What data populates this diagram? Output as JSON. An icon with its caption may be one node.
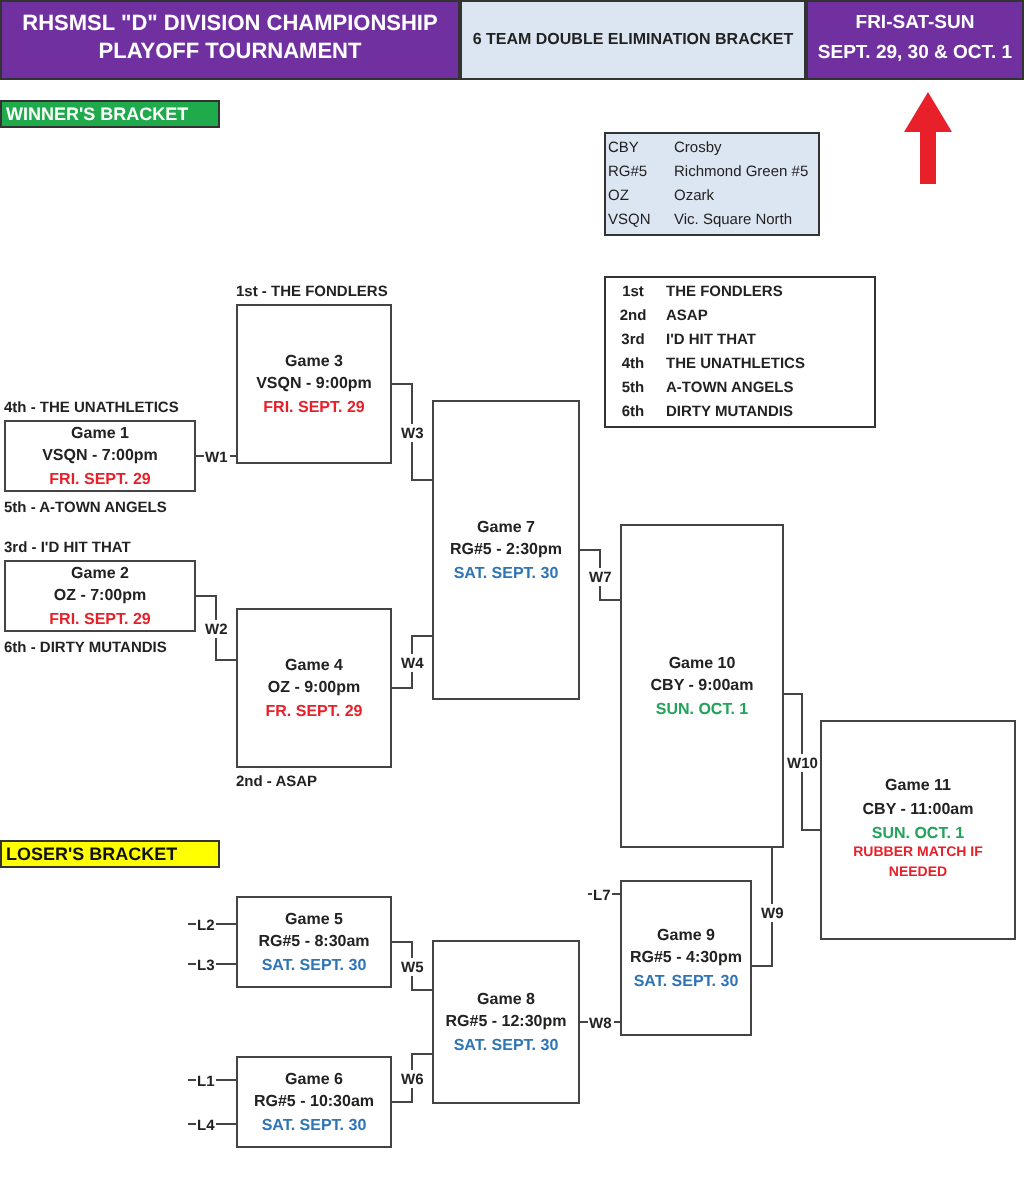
{
  "diagram": {
    "title": "RHSMSL \"D\" DIVISION CHAMPIONSHIP PLAYOFF TOURNAMENT",
    "nodes": [
      {
        "text": [
          "Game 1",
          "VSQN - 7:00pm",
          "FRI. SEPT. 29"
        ],
        "beside": [
          "4th - THE UNATHLETICS",
          "5th - A-TOWN ANGELS"
        ]
      },
      {
        "text": [
          "Game 2",
          "OZ - 7:00pm",
          "FRI. SEPT. 29"
        ],
        "beside": [
          "3rd - I'D HIT THAT",
          "6th - DIRTY MUTANDIS"
        ]
      },
      {
        "text": [
          "Game 3",
          "VSQN - 9:00pm",
          "FRI. SEPT. 29"
        ],
        "beside": [
          "1st - THE FONDLERS"
        ]
      },
      {
        "text": [
          "Game 4",
          "OZ - 9:00pm",
          "FR. SEPT. 29"
        ],
        "beside": [
          "2nd - ASAP"
        ]
      },
      {
        "text": [
          "Game 7",
          "RG#5 - 2:30pm",
          "SAT. SEPT. 30"
        ]
      },
      {
        "text": [
          "Game 10",
          "CBY - 9:00am",
          "SUN. OCT. 1"
        ]
      },
      {
        "text": [
          "Game 11",
          "CBY - 11:00am",
          "SUN. OCT. 1",
          "RUBBER MATCH IF NEEDED"
        ]
      },
      {
        "text": [
          "Game 5",
          "RG#5 - 8:30am",
          "SAT. SEPT. 30"
        ]
      },
      {
        "text": [
          "Game 6",
          "RG#5 - 10:30am",
          "SAT. SEPT. 30"
        ]
      },
      {
        "text": [
          "Game 8",
          "RG#5 - 12:30pm",
          "SAT. SEPT. 30"
        ]
      },
      {
        "text": [
          "Game 9",
          "RG#5 - 4:30pm",
          "SAT. SEPT. 30"
        ]
      }
    ],
    "edges": [
      {
        "from": 0,
        "to": 2,
        "arrow": "none",
        "label": "W1"
      },
      {
        "from": 1,
        "to": 3,
        "arrow": "none",
        "label": "W2"
      },
      {
        "from": 2,
        "to": 4,
        "arrow": "none",
        "label": "W3"
      },
      {
        "from": 3,
        "to": 4,
        "arrow": "none",
        "label": "W4"
      },
      {
        "from": 4,
        "to": 5,
        "arrow": "none",
        "label": "W7"
      },
      {
        "from": 5,
        "to": 6,
        "arrow": "none",
        "label": "W10"
      },
      {
        "from": null,
        "to": 7,
        "arrow": "none",
        "label": "L2"
      },
      {
        "from": null,
        "to": 7,
        "arrow": "none",
        "label": "L3"
      },
      {
        "from": null,
        "to": 8,
        "arrow": "none",
        "label": "L1"
      },
      {
        "from": null,
        "to": 8,
        "arrow": "none",
        "label": "L4"
      },
      {
        "from": 7,
        "to": 9,
        "arrow": "none",
        "label": "W5"
      },
      {
        "from": 8,
        "to": 9,
        "arrow": "none",
        "label": "W6"
      },
      {
        "from": null,
        "to": 10,
        "arrow": "none",
        "label": "L7"
      },
      {
        "from": 9,
        "to": 10,
        "arrow": "none",
        "label": "W8"
      },
      {
        "from": 10,
        "to": 5,
        "arrow": "none",
        "label": "W9"
      }
    ],
    "labels": [
      "6 TEAM DOUBLE ELIMINATION BRACKET",
      "FRI-SAT-SUN",
      "SEPT. 29, 30 & OCT. 1",
      "WINNER'S BRACKET",
      "CBY",
      "Crosby",
      "RG#5",
      "Richmond Green #5",
      "OZ",
      "Ozark",
      "VSQN",
      "Vic. Square North",
      "1st",
      "THE FONDLERS",
      "2nd",
      "ASAP",
      "3rd",
      "I'D HIT THAT",
      "4th",
      "THE UNATHLETICS",
      "5th",
      "A-TOWN ANGELS",
      "6th",
      "DIRTY MUTANDIS",
      "LOSER'S BRACKET"
    ]
  }
}
